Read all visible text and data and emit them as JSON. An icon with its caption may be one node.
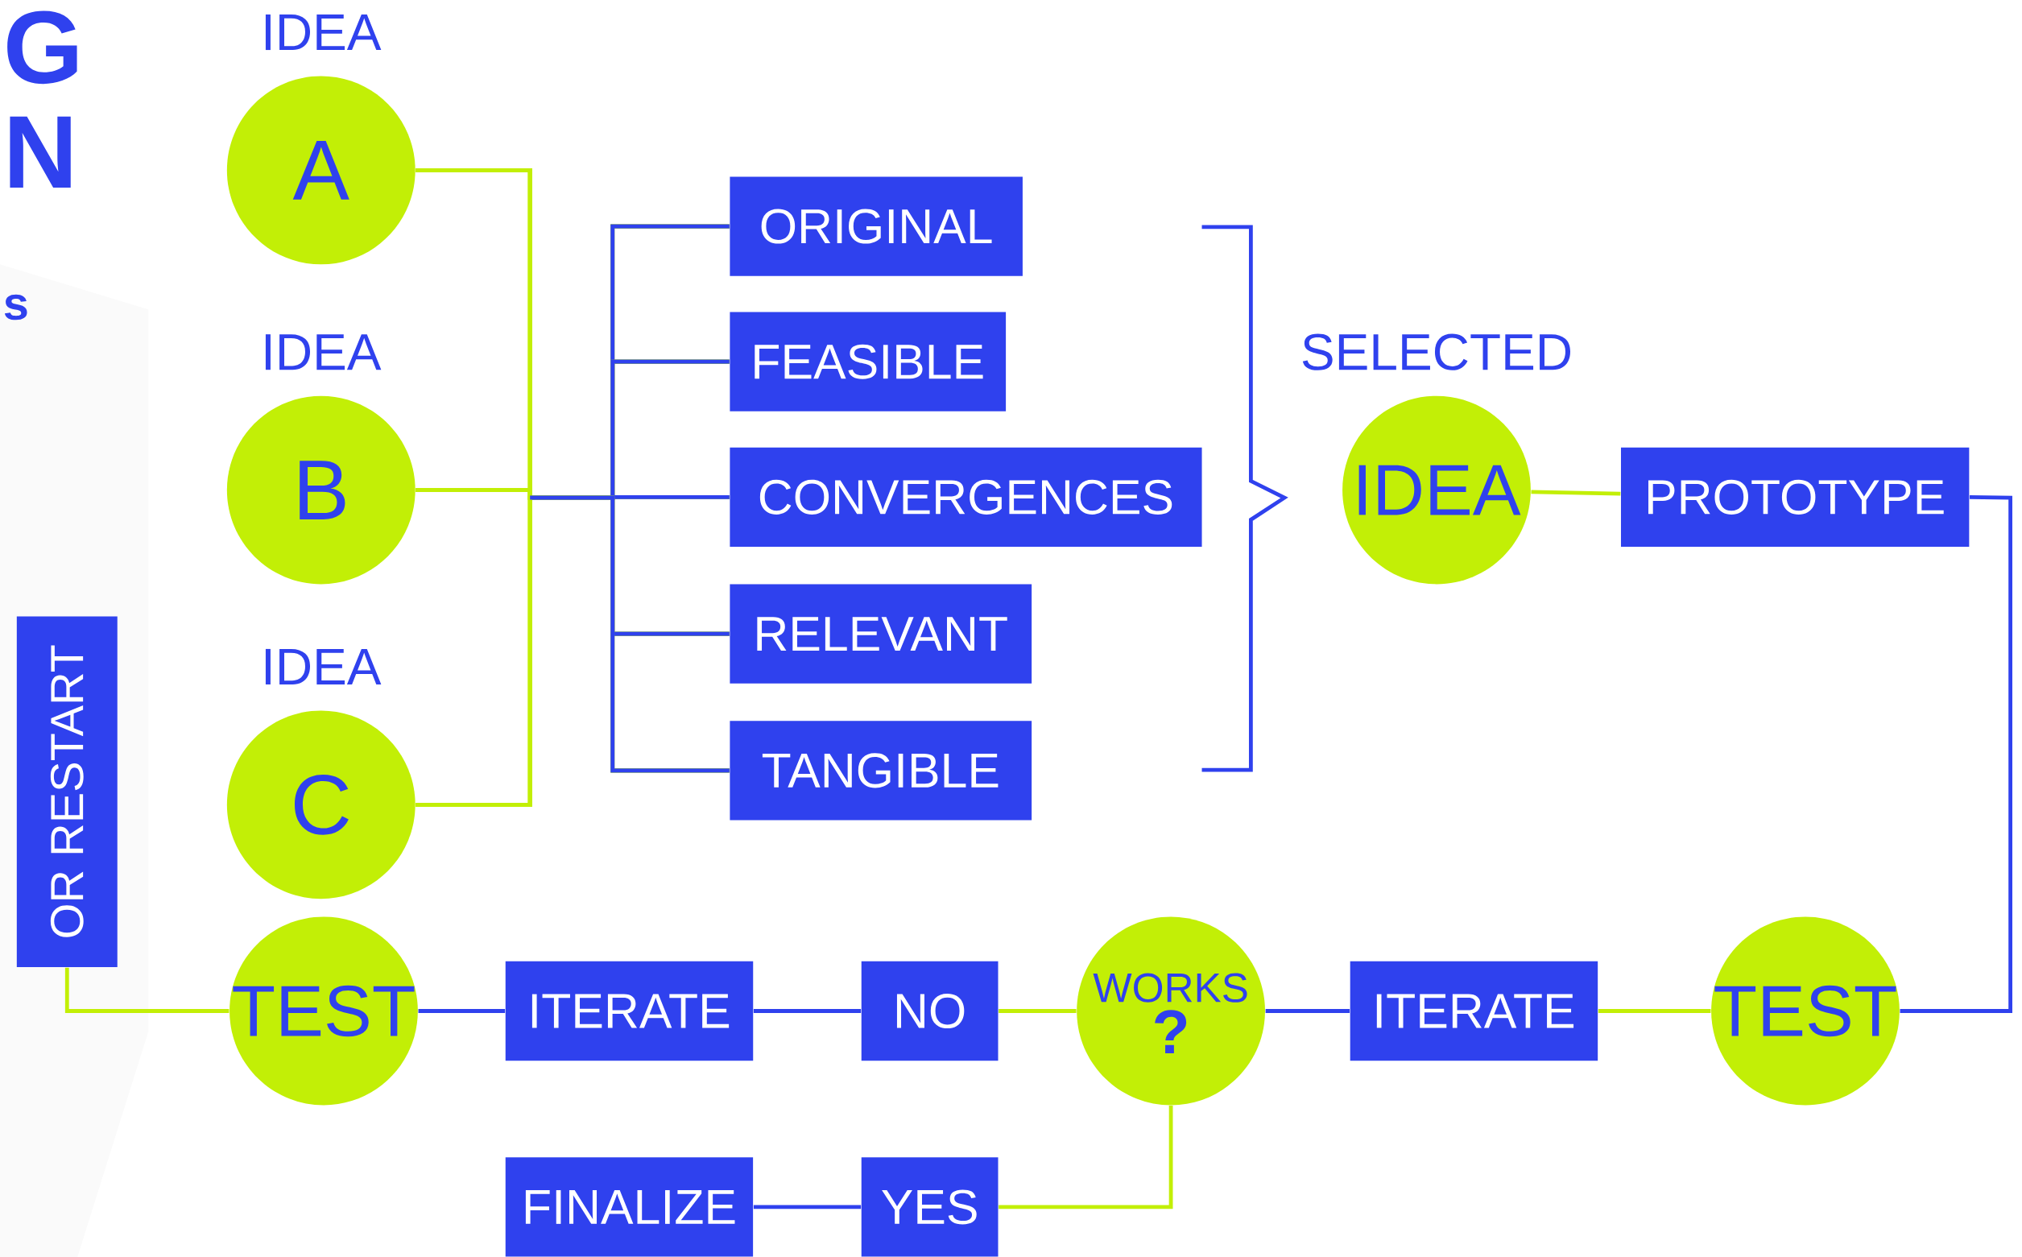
{
  "diagram": {
    "nodes": [
      {
        "text": [
          "IDEA",
          "A"
        ]
      },
      {
        "text": [
          "IDEA",
          "B"
        ]
      },
      {
        "text": [
          "IDEA",
          "C"
        ]
      },
      {
        "text": [
          "ORIGINAL"
        ]
      },
      {
        "text": [
          "FEASIBLE"
        ]
      },
      {
        "text": [
          "CONVERGENCES"
        ]
      },
      {
        "text": [
          "RELEVANT"
        ]
      },
      {
        "text": [
          "TANGIBLE"
        ]
      },
      {
        "text": [
          "SELECTED",
          "IDEA"
        ]
      },
      {
        "text": [
          "PROTOTYPE"
        ]
      },
      {
        "text": [
          "TEST"
        ]
      },
      {
        "text": [
          "ITERATE"
        ]
      },
      {
        "text": [
          "WORKS",
          "?"
        ]
      },
      {
        "text": [
          "NO"
        ]
      },
      {
        "text": [
          "ITERATE"
        ]
      },
      {
        "text": [
          "TEST"
        ]
      },
      {
        "text": [
          "OR RESTART"
        ]
      },
      {
        "text": [
          "YES"
        ]
      },
      {
        "text": [
          "FINALIZE"
        ]
      }
    ],
    "edges": [
      {
        "from": 0,
        "to": 3,
        "arrow": "none",
        "color": "#c2ef06"
      },
      {
        "from": 0,
        "to": 4,
        "arrow": "none",
        "color": "#c2ef06"
      },
      {
        "from": 0,
        "to": 5,
        "arrow": "none",
        "color": "#c2ef06"
      },
      {
        "from": 0,
        "to": 6,
        "arrow": "none",
        "color": "#c2ef06"
      },
      {
        "from": 0,
        "to": 7,
        "arrow": "none",
        "color": "#c2ef06"
      },
      {
        "from": 1,
        "to": 3,
        "arrow": "none",
        "color": "#c2ef06"
      },
      {
        "from": 1,
        "to": 4,
        "arrow": "none",
        "color": "#c2ef06"
      },
      {
        "from": 1,
        "to": 5,
        "arrow": "none",
        "color": "#c2ef06"
      },
      {
        "from": 1,
        "to": 6,
        "arrow": "none",
        "color": "#c2ef06"
      },
      {
        "from": 1,
        "to": 7,
        "arrow": "none",
        "color": "#c2ef06"
      },
      {
        "from": 2,
        "to": 3,
        "arrow": "none",
        "color": "#c2ef06"
      },
      {
        "from": 2,
        "to": 4,
        "arrow": "none",
        "color": "#c2ef06"
      },
      {
        "from": 2,
        "to": 5,
        "arrow": "none",
        "color": "#c2ef06"
      },
      {
        "from": 2,
        "to": 6,
        "arrow": "none",
        "color": "#c2ef06"
      },
      {
        "from": 2,
        "to": 7,
        "arrow": "none",
        "color": "#c2ef06"
      },
      {
        "from": 8,
        "to": 9,
        "arrow": "none",
        "color": "#c2ef06"
      },
      {
        "from": 9,
        "to": 10,
        "arrow": "none",
        "color": "#2f41ee"
      },
      {
        "from": 10,
        "to": 11,
        "arrow": "none",
        "color": "#c2ef06"
      },
      {
        "from": 11,
        "to": 12,
        "arrow": "none",
        "color": "#2f41ee"
      },
      {
        "from": 12,
        "to": 13,
        "arrow": "none",
        "color": "#c2ef06"
      },
      {
        "from": 13,
        "to": 14,
        "arrow": "none",
        "color": "#2f41ee"
      },
      {
        "from": 14,
        "to": 15,
        "arrow": "none",
        "color": "#2f41ee"
      },
      {
        "from": 15,
        "to": 16,
        "arrow": "none",
        "color": "#c2ef06"
      },
      {
        "from": 12,
        "to": 17,
        "arrow": "none",
        "color": "#c2ef06"
      },
      {
        "from": 17,
        "to": 18,
        "arrow": "none",
        "color": "#2f41ee"
      }
    ],
    "labels": [
      "G",
      "N",
      "s"
    ]
  }
}
